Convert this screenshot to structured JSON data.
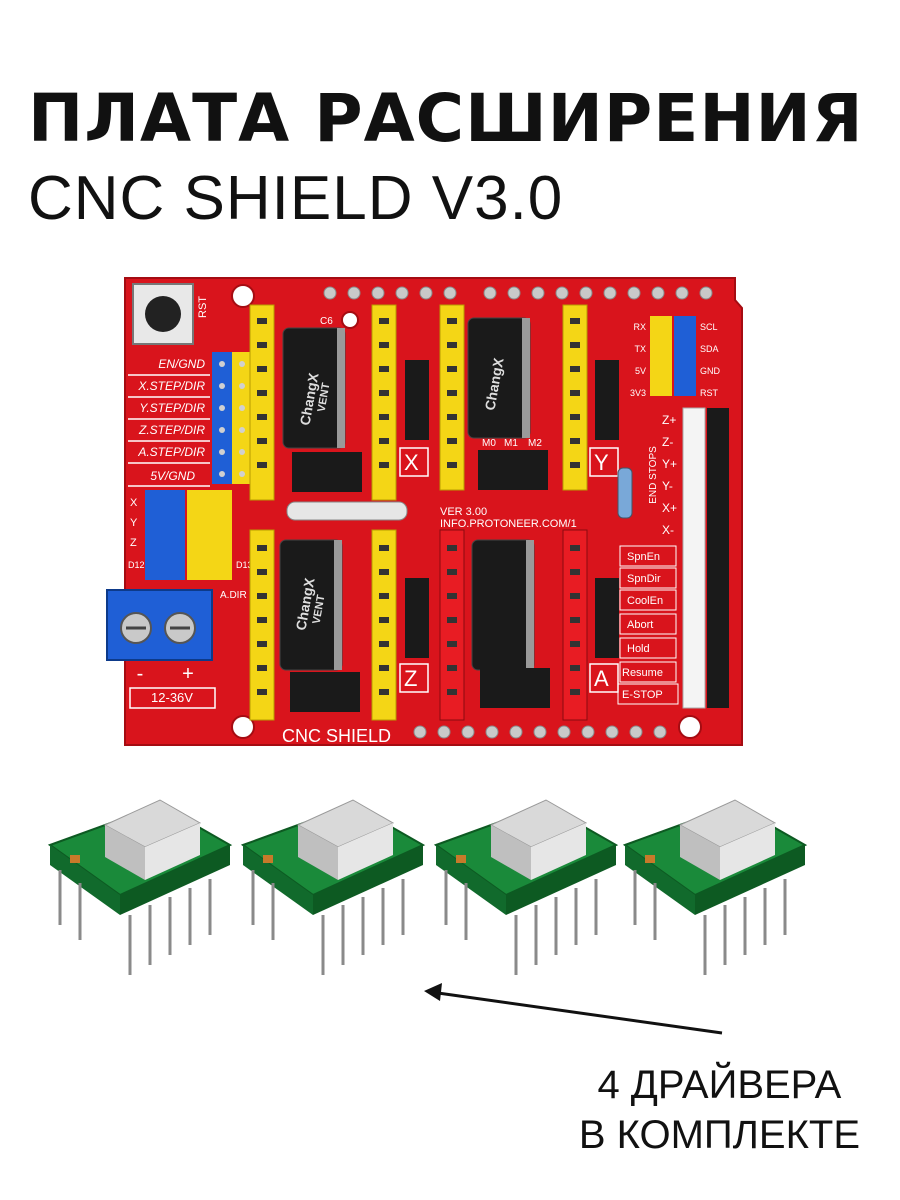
{
  "header": {
    "title": "ПЛАТА РАСШИРЕНИЯ",
    "subtitle": "CNC SHIELD V3.0"
  },
  "board": {
    "rst": "RST",
    "left_labels": [
      "EN/GND",
      "X.STEP/DIR",
      "Y.STEP/DIR",
      "Z.STEP/DIR",
      "A.STEP/DIR",
      "5V/GND"
    ],
    "axis_letters": [
      "X",
      "Y",
      "Z",
      "A"
    ],
    "cap_brand": "ChangX",
    "cap_series": "VENT",
    "cap_label": "C6",
    "microstep": [
      "M0",
      "M1",
      "M2"
    ],
    "version": "VER 3.00",
    "website": "INFO.PROTONEER.COM/1",
    "uart_labels": [
      "RX",
      "TX",
      "5V",
      "3V3"
    ],
    "i2c_labels": [
      "SCL",
      "SDA",
      "GND",
      "RST"
    ],
    "endstops_title": "END STOPS",
    "endstops": [
      "Z+",
      "Z-",
      "Y+",
      "Y-",
      "X+",
      "X-"
    ],
    "controls": [
      "SpnEn",
      "SpnDir",
      "CoolEn",
      "Abort",
      "Hold",
      "Resume",
      "E-STOP"
    ],
    "power_minus": "-",
    "power_plus": "+",
    "voltage": "12-36V",
    "name": "CNC SHIELD",
    "jumper_x": [
      "X",
      "Y",
      "Z",
      "D12"
    ],
    "jumper_d": [
      "D13",
      "A.DIR"
    ]
  },
  "caption": {
    "line1": "4 ДРАЙВЕРА",
    "line2": "В КОМПЛЕКТЕ"
  },
  "colors": {
    "pcb": "#d9141c",
    "header_yellow": "#f4d616",
    "header_red": "#e81c23",
    "terminal_blue": "#1f5fd6",
    "driver_green": "#1a8a3a"
  }
}
